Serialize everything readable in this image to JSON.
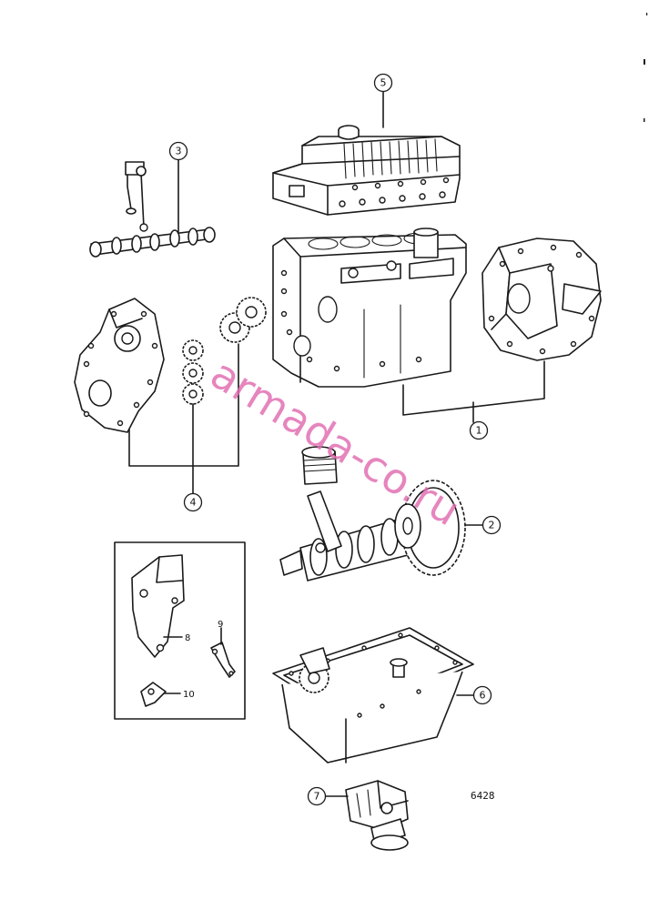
{
  "callouts": {
    "c1": "1",
    "c2": "2",
    "c3": "3",
    "c4": "4",
    "c5": "5",
    "c6": "6",
    "c7": "7"
  },
  "inset_labels": {
    "l8": "8",
    "l9": "9",
    "l10": "10"
  },
  "drawing_number": "6428",
  "watermark": "armada-co.ru",
  "colors": {
    "line": "#1a1a1a",
    "watermark": "#e06ab0",
    "background": "#ffffff"
  }
}
